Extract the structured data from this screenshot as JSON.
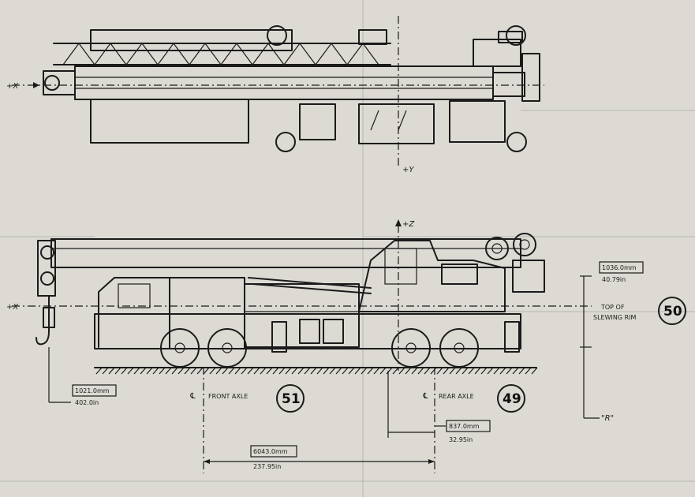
{
  "axes": {
    "plan_x": "+X",
    "plan_y": "+Y",
    "side_x": "+X",
    "side_z": "+Z",
    "side_r": "\"R\""
  },
  "labels": {
    "front_axle": "FRONT AXLE",
    "rear_axle": "REAR AXLE",
    "centerline_symbol": "℄",
    "top_slewing_line1": "TOP OF",
    "top_slewing_line2": "SLEWING RIM"
  },
  "dimensions": {
    "hook_offset_mm": "1021.0mm",
    "hook_offset_in": "402.0in",
    "axle_spacing_mm": "6043.0mm",
    "axle_spacing_in": "237.95in",
    "rear_offset_mm": "837.0mm",
    "rear_offset_in": "32.95in",
    "rim_height_mm": "1036.0mm",
    "rim_height_in": "40.79in"
  },
  "badges": {
    "front_axle_id": "51",
    "rear_axle_id": "49",
    "slewing_rim_id": "50"
  },
  "colors": {
    "ink": "#1b1b1b",
    "paper": "#dcdad3"
  }
}
